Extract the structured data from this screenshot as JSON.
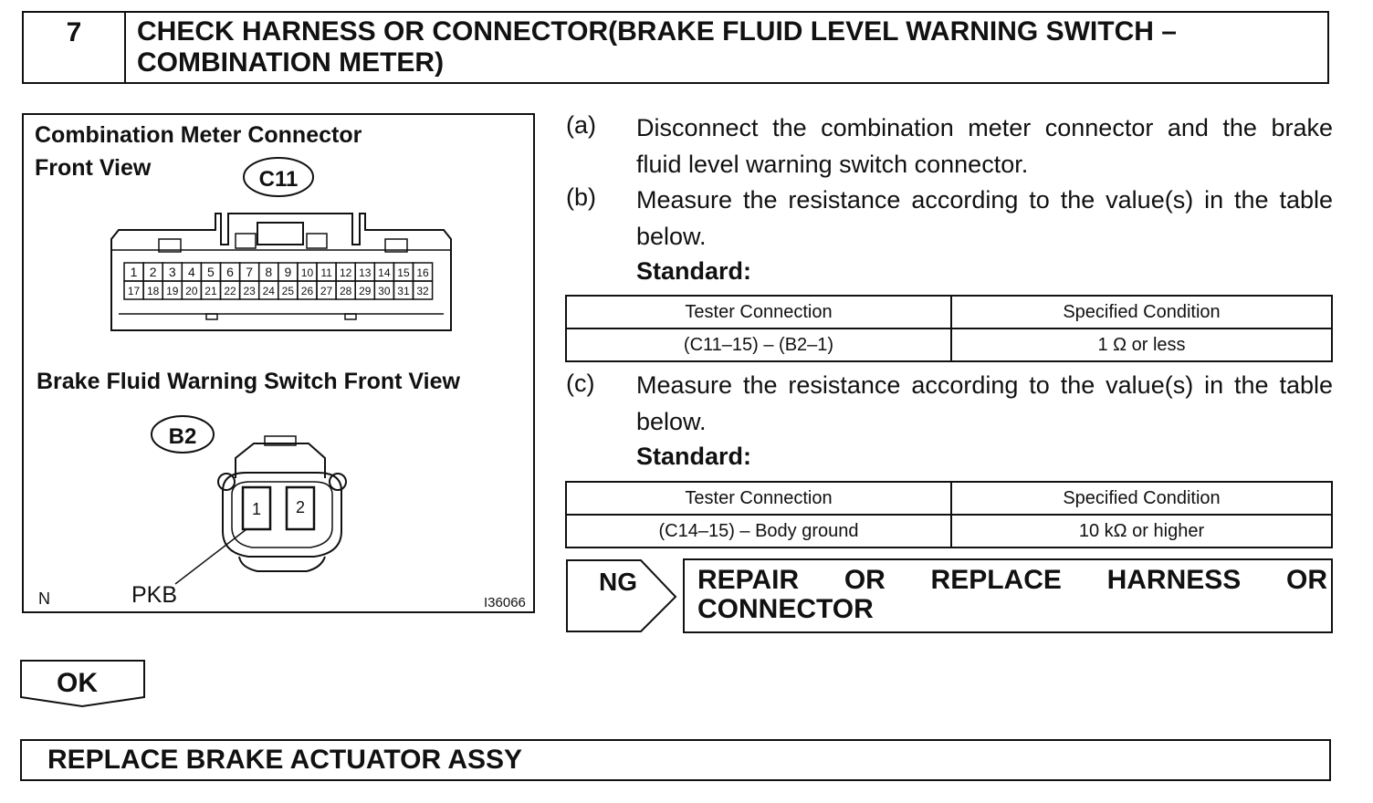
{
  "header": {
    "step_number": "7",
    "title": "CHECK HARNESS OR CONNECTOR(BRAKE FLUID LEVEL WARNING SWITCH – COMBINATION METER)"
  },
  "figure": {
    "meter_title": "Combination Meter Connector",
    "meter_view": "Front View",
    "meter_connector_id": "C11",
    "meter_pins_row1": [
      "1",
      "2",
      "3",
      "4",
      "5",
      "6",
      "7",
      "8",
      "9",
      "10",
      "11",
      "12",
      "13",
      "14",
      "15",
      "16"
    ],
    "meter_pins_row2": [
      "17",
      "18",
      "19",
      "20",
      "21",
      "22",
      "23",
      "24",
      "25",
      "26",
      "27",
      "28",
      "29",
      "30",
      "31",
      "32"
    ],
    "switch_title": "Brake Fluid Warning Switch Front View",
    "switch_connector_id": "B2",
    "switch_pins": [
      "1",
      "2"
    ],
    "wire_color": "PKB",
    "corner_code": "N",
    "figure_code": "I36066"
  },
  "steps": [
    {
      "letter": "(a)",
      "text": "Disconnect the combination meter connector and the brake fluid level warning switch connector."
    },
    {
      "letter": "(b)",
      "text": "Measure the resistance according to the value(s) in the table below."
    },
    {
      "letter": "(c)",
      "text": "Measure the resistance according to the value(s) in the table below."
    }
  ],
  "standard_label": "Standard:",
  "table1": {
    "headers": [
      "Tester Connection",
      "Specified Condition"
    ],
    "rows": [
      [
        "(C11–15) – (B2–1)",
        "1 Ω or less"
      ]
    ]
  },
  "table2": {
    "headers": [
      "Tester Connection",
      "Specified Condition"
    ],
    "rows": [
      [
        "(C14–15) – Body ground",
        "10 kΩ or higher"
      ]
    ]
  },
  "ng": {
    "label": "NG",
    "action": "REPAIR OR REPLACE HARNESS OR CONNECTOR"
  },
  "ok": {
    "label": "OK"
  },
  "final": {
    "action": "REPLACE BRAKE ACTUATOR ASSY"
  }
}
